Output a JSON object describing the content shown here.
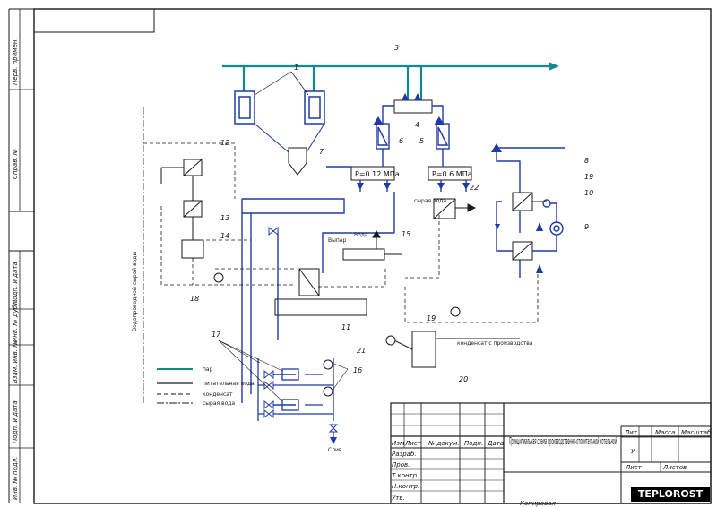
{
  "callouts": [
    "1",
    "3",
    "4",
    "5",
    "6",
    "7",
    "8",
    "9",
    "10",
    "11",
    "12",
    "13",
    "14",
    "15",
    "16",
    "17",
    "18",
    "19",
    "19",
    "20",
    "21",
    "22"
  ],
  "pressure_boxes": [
    "P=0.12 МПа",
    "P=0.6 МПа"
  ],
  "legend": [
    "пар",
    "питательная вода",
    "конденсат",
    "сырая вода"
  ],
  "left_vertical_label": "Водопроводной сырой воды",
  "small_labels": [
    "Выпар",
    "Вода",
    "сырая вода",
    "конденсат с производства",
    "Слив"
  ],
  "stamp": {
    "title": "Принципиальная схема производственно-отопительной котельной",
    "headers": [
      "Изм",
      "Лист",
      "№ докум.",
      "Подп.",
      "Дата"
    ],
    "roles": [
      "Разраб.",
      "Пров.",
      "Т.контр.",
      "Н.контр.",
      "Утв."
    ],
    "lit_label": "Лит",
    "mass_label": "Масса",
    "scale_label": "Масштаб",
    "lit_value": "У",
    "sheet_label": "Лист",
    "sheets_label": "Листов",
    "copied": "Копировал"
  },
  "side_labels": [
    "Перв. примен.",
    "Справ. №",
    "Подп. и дата",
    "Инв. № дубл.",
    "Взам. инв. №",
    "Подп. и дата",
    "Инв. № подл."
  ],
  "watermark": "TEPLOROST",
  "colors": {
    "steam": "#138a8a",
    "water": "#1f3aa8",
    "ink": "#1a1a1a"
  }
}
